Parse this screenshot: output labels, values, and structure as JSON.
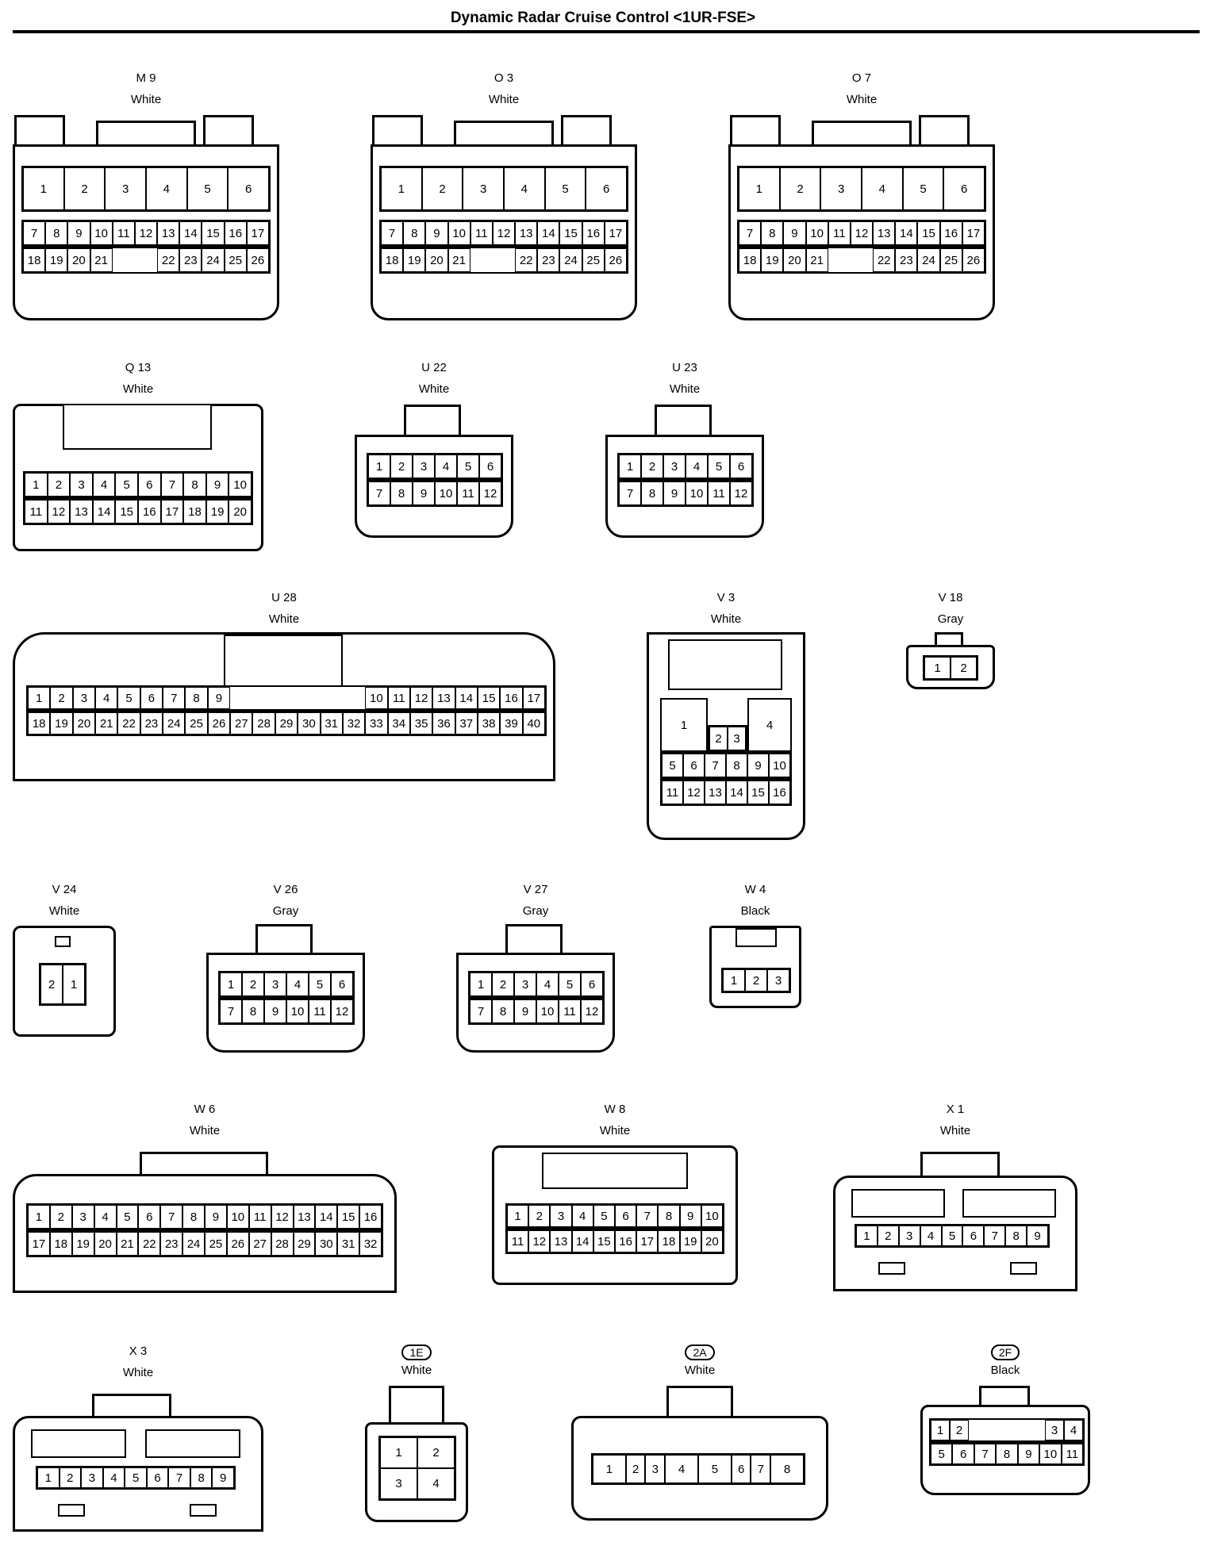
{
  "title": "Dynamic Radar Cruise Control <1UR-FSE>",
  "connectors": {
    "M9": {
      "id": "M 9",
      "color": "White"
    },
    "O3": {
      "id": "O 3",
      "color": "White"
    },
    "O7": {
      "id": "O 7",
      "color": "White"
    },
    "Q13": {
      "id": "Q 13",
      "color": "White"
    },
    "U22": {
      "id": "U 22",
      "color": "White"
    },
    "U23": {
      "id": "U 23",
      "color": "White"
    },
    "U28": {
      "id": "U 28",
      "color": "White"
    },
    "V3": {
      "id": "V 3",
      "color": "White"
    },
    "V18": {
      "id": "V 18",
      "color": "Gray"
    },
    "V24": {
      "id": "V 24",
      "color": "White"
    },
    "V26": {
      "id": "V 26",
      "color": "Gray"
    },
    "V27": {
      "id": "V 27",
      "color": "Gray"
    },
    "W4": {
      "id": "W 4",
      "color": "Black"
    },
    "W6": {
      "id": "W 6",
      "color": "White"
    },
    "W8": {
      "id": "W 8",
      "color": "White"
    },
    "X1": {
      "id": "X 1",
      "color": "White"
    },
    "X3": {
      "id": "X 3",
      "color": "White"
    },
    "C1E": {
      "id": "1E",
      "color": "White"
    },
    "C2A": {
      "id": "2A",
      "color": "White"
    },
    "C2F": {
      "id": "2F",
      "color": "Black"
    }
  },
  "pins": {
    "M9_top": [
      "1",
      "2",
      "3",
      "4",
      "5",
      "6"
    ],
    "M9_row1": [
      "7",
      "8",
      "9",
      "10",
      "11",
      "12",
      "13",
      "14",
      "15",
      "16",
      "17"
    ],
    "M9_row2": [
      "18",
      "19",
      "20",
      "21",
      "",
      "22",
      "23",
      "24",
      "25",
      "26"
    ],
    "Q13_row1": [
      "1",
      "2",
      "3",
      "4",
      "5",
      "6",
      "7",
      "8",
      "9",
      "10"
    ],
    "Q13_row2": [
      "11",
      "12",
      "13",
      "14",
      "15",
      "16",
      "17",
      "18",
      "19",
      "20"
    ],
    "U22_row1": [
      "1",
      "2",
      "3",
      "4",
      "5",
      "6"
    ],
    "U22_row2": [
      "7",
      "8",
      "9",
      "10",
      "11",
      "12"
    ],
    "U28_row1": [
      "1",
      "2",
      "3",
      "4",
      "5",
      "6",
      "7",
      "8",
      "9",
      "",
      "",
      "",
      "",
      "",
      "",
      "10",
      "11",
      "12",
      "13",
      "14",
      "15",
      "16",
      "17"
    ],
    "U28_row2": [
      "18",
      "19",
      "20",
      "21",
      "22",
      "23",
      "24",
      "25",
      "26",
      "27",
      "28",
      "29",
      "30",
      "31",
      "32",
      "33",
      "34",
      "35",
      "36",
      "37",
      "38",
      "39",
      "40"
    ],
    "V3_big": [
      "1",
      "4"
    ],
    "V3_mid": [
      "2",
      "3"
    ],
    "V3_row1": [
      "5",
      "6",
      "7",
      "8",
      "9",
      "10"
    ],
    "V3_row2": [
      "11",
      "12",
      "13",
      "14",
      "15",
      "16"
    ],
    "V18": [
      "1",
      "2"
    ],
    "V24": [
      "2",
      "1"
    ],
    "W4": [
      "1",
      "2",
      "3"
    ],
    "W6_row1": [
      "1",
      "2",
      "3",
      "4",
      "5",
      "6",
      "7",
      "8",
      "9",
      "10",
      "11",
      "12",
      "13",
      "14",
      "15",
      "16"
    ],
    "W6_row2": [
      "17",
      "18",
      "19",
      "20",
      "21",
      "22",
      "23",
      "24",
      "25",
      "26",
      "27",
      "28",
      "29",
      "30",
      "31",
      "32"
    ],
    "X1": [
      "1",
      "2",
      "3",
      "4",
      "5",
      "6",
      "7",
      "8",
      "9"
    ],
    "C1E": [
      "1",
      "2",
      "3",
      "4"
    ],
    "C2A": [
      "1",
      "2",
      "3",
      "4",
      "5",
      "6",
      "7",
      "8"
    ],
    "C2F_row1": [
      "1",
      "2",
      "",
      "",
      "",
      "",
      "3",
      "4"
    ],
    "C2F_row2": [
      "5",
      "6",
      "7",
      "8",
      "9",
      "10",
      "11"
    ]
  }
}
